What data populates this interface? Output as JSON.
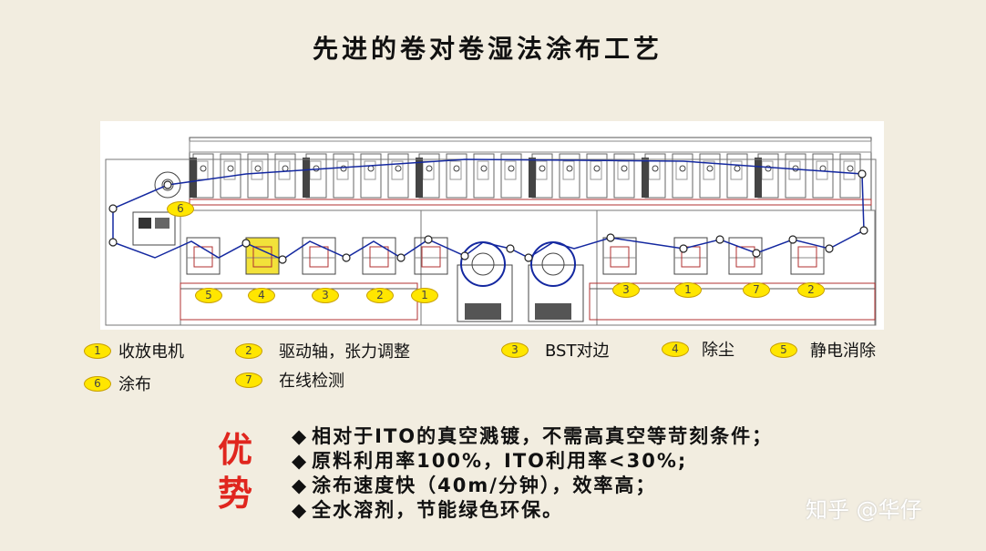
{
  "title": "先进的卷对卷湿法涂布工艺",
  "diagram": {
    "process_badges": [
      "5",
      "4",
      "3",
      "2",
      "1",
      "3",
      "1",
      "7",
      "2",
      "6"
    ]
  },
  "legend": [
    {
      "num": "1",
      "label": "收放电机"
    },
    {
      "num": "2",
      "label": "驱动轴，张力调整"
    },
    {
      "num": "3",
      "label": "BST对边"
    },
    {
      "num": "4",
      "label": "除尘"
    },
    {
      "num": "5",
      "label": "静电消除"
    },
    {
      "num": "6",
      "label": "涂布"
    },
    {
      "num": "7",
      "label": "在线检测"
    }
  ],
  "advantages": {
    "label_1": "优",
    "label_2": "势",
    "bullet": "◆",
    "items": [
      "相对于ITO的真空溅镀，不需高真空等苛刻条件；",
      "原料利用率100%，ITO利用率<30%;",
      "涂布速度快（40m/分钟），效率高；",
      "全水溶剂，节能绿色环保。"
    ]
  },
  "watermark": "知乎 @华仔",
  "colors": {
    "accent_red": "#e0261e",
    "badge_yellow": "#ffe600",
    "web_blue": "#1428a0",
    "line_gray": "#555555",
    "frame_red": "#b03030"
  }
}
